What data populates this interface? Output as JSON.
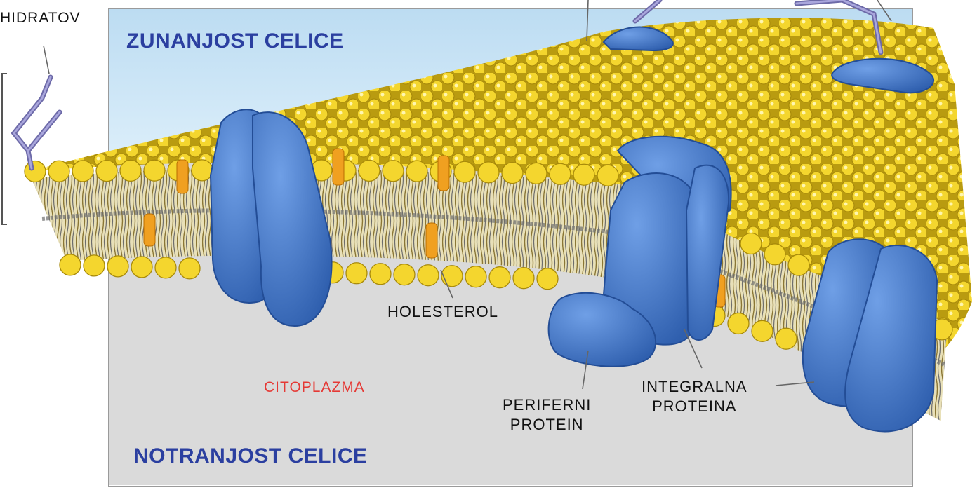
{
  "labels": {
    "outside": "ZUNANJOST CELICE",
    "inside": "NOTRANJOST CELICE",
    "cytoplasm": "CITOPLAZMA",
    "cholesterol": "HOLESTEROL",
    "peripheral_line1": "PERIFERNI",
    "peripheral_line2": "PROTEIN",
    "integral_line1": "INTEGRALNA",
    "integral_line2": "PROTEINA",
    "carbohydrates_partial": "HIDRATOV"
  },
  "colors": {
    "outside_bg": "#c9e3f3",
    "inside_bg": "#dcdcdc",
    "lipid_head": "#f2d42a",
    "lipid_head_edge": "#b89a0c",
    "lipid_tail": "#8a7a3a",
    "protein": "#4a7fd0",
    "protein_dark": "#2d5aa8",
    "cholesterol": "#f0a020",
    "region_label": "#2b3fa0",
    "cytoplasm_label": "#e53935",
    "glyco_chain": "#7a78b0"
  }
}
